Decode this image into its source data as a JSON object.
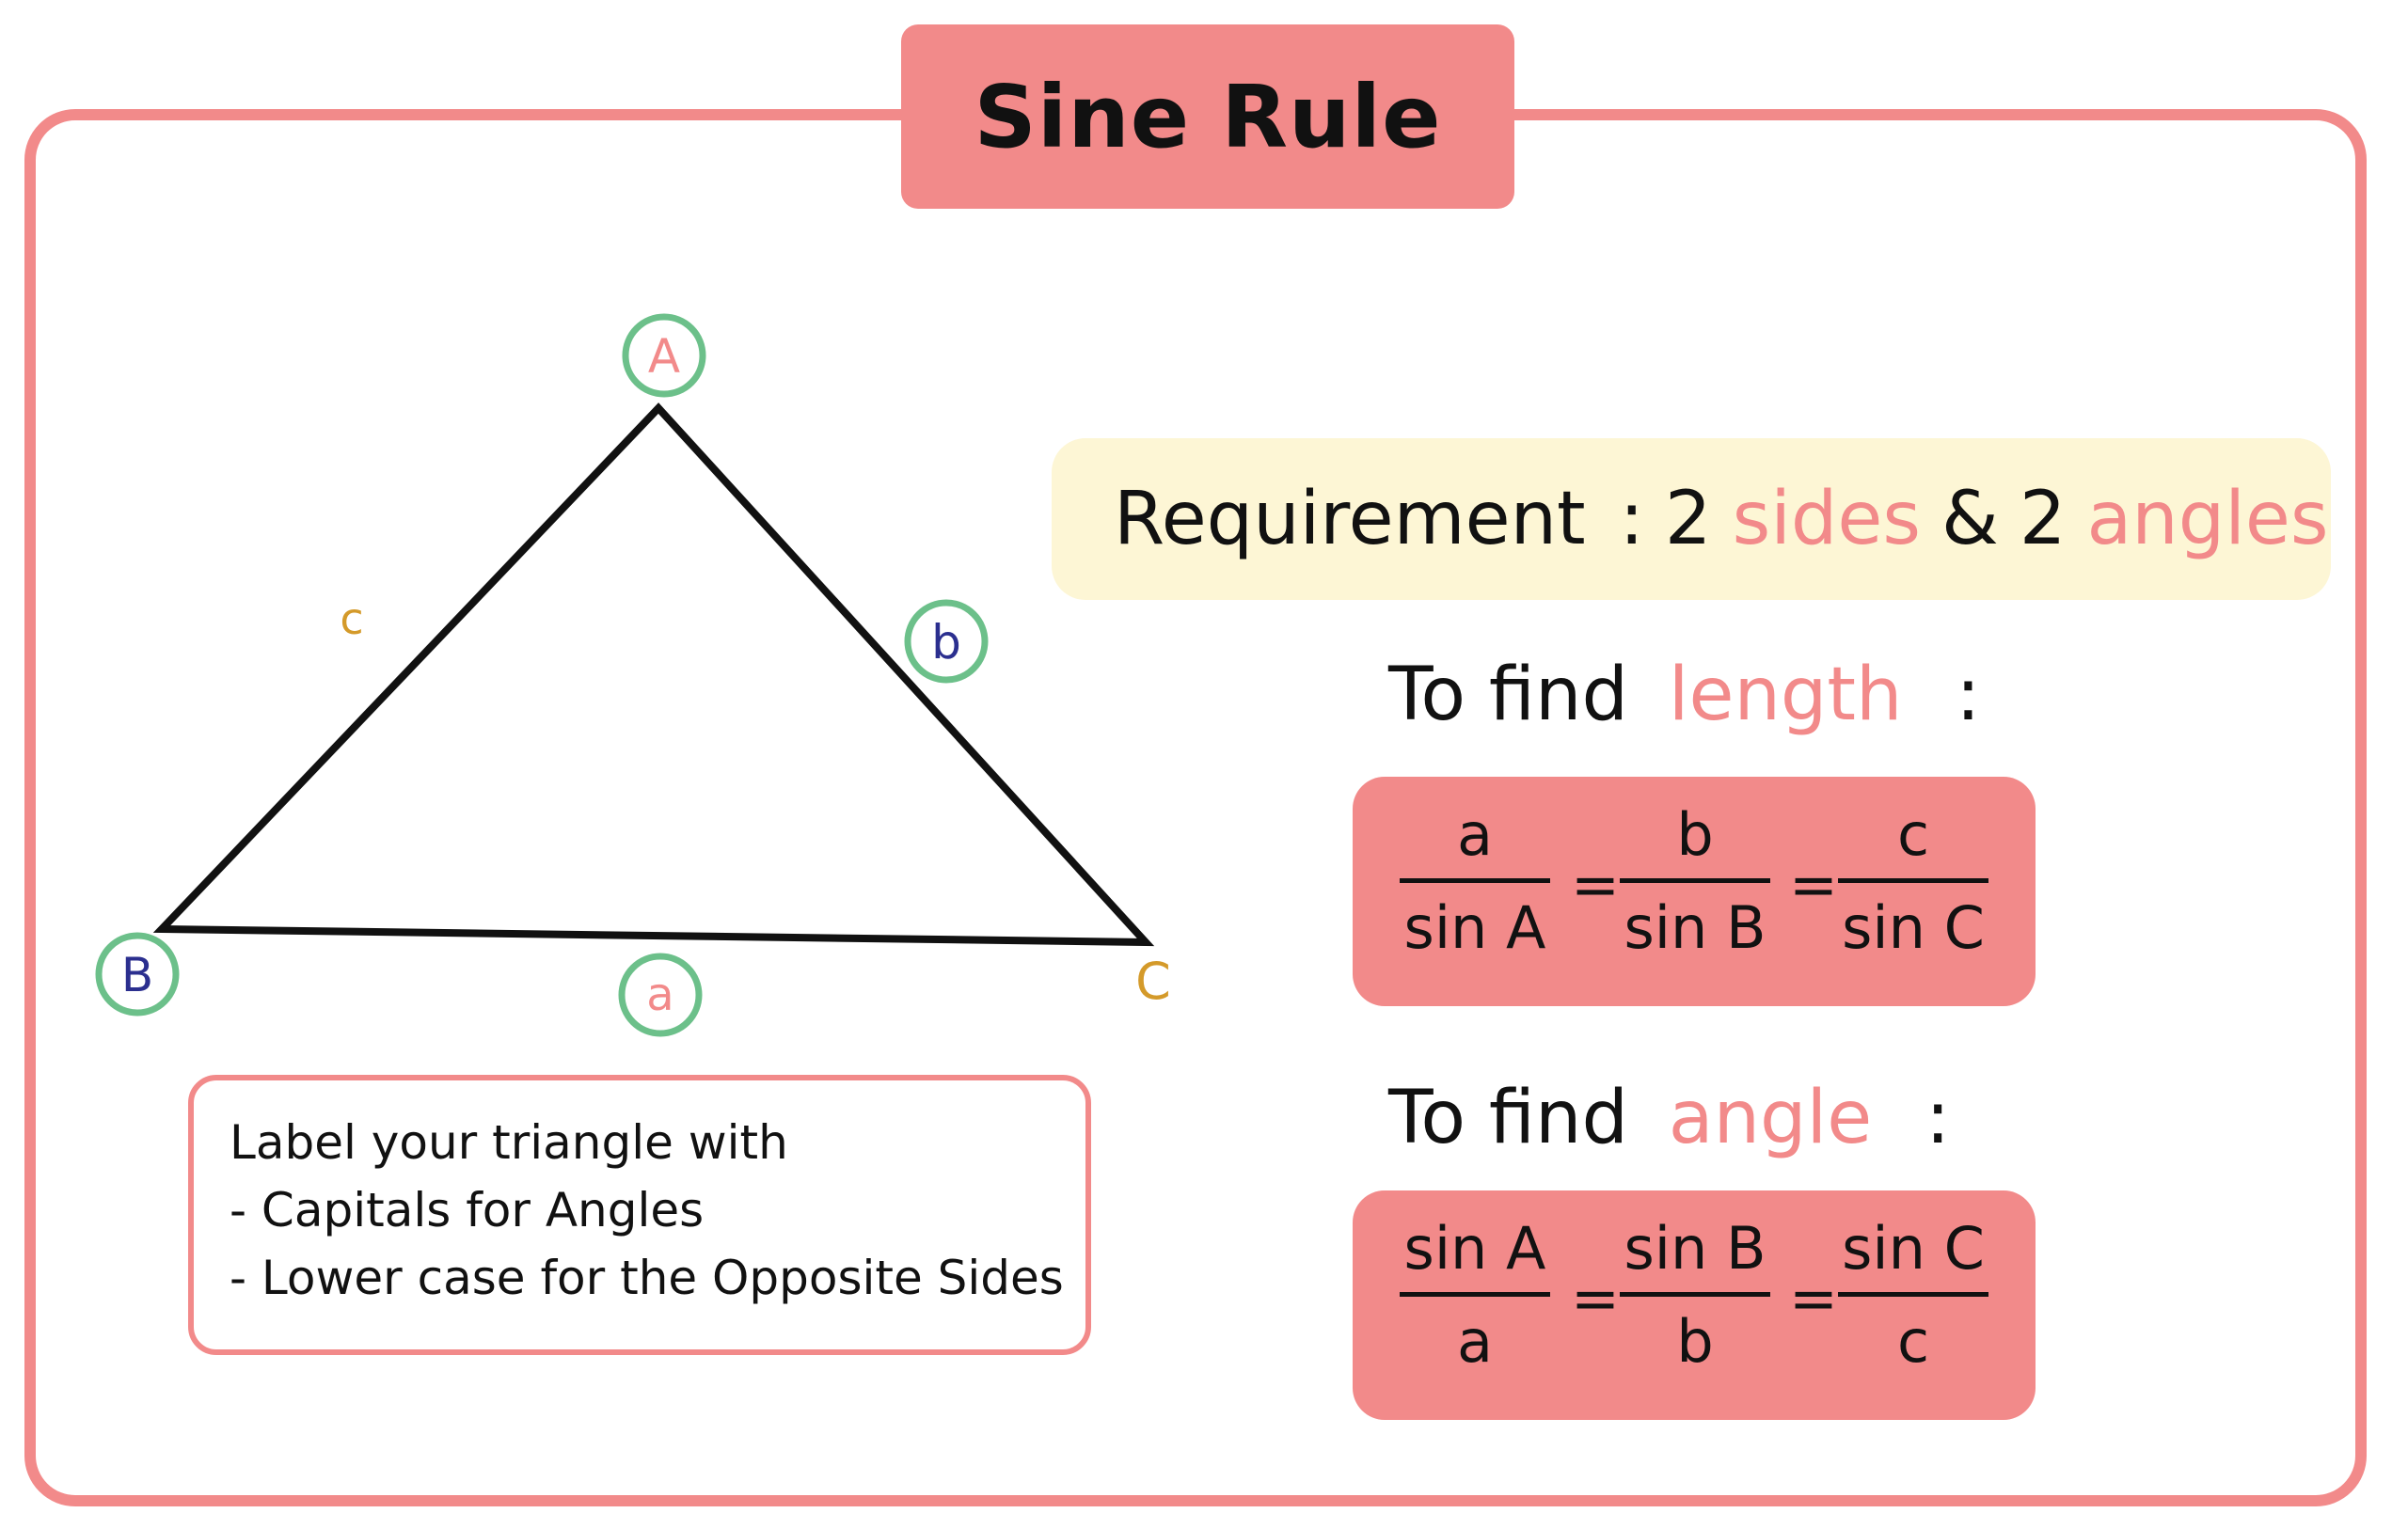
{
  "title": "Sine Rule",
  "triangle": {
    "vertices": {
      "A": "A",
      "B": "B",
      "C": "C"
    },
    "sides": {
      "a": "a",
      "b": "b",
      "c": "c"
    },
    "colors": {
      "vertex_A": "#f28a8a",
      "vertex_B": "#2b2f8f",
      "vertex_C": "#d49a2a",
      "side_a": "#f28a8a",
      "side_b": "#2b2f8f",
      "side_c": "#d49a2a",
      "circle": "#6cc08a"
    }
  },
  "note": {
    "line1": "Label your triangle with",
    "line2": "- Capitals for Angles",
    "line3": "- Lower case for the Opposite Sides"
  },
  "requirement": {
    "label": "Requirement",
    "colon": ":",
    "count1": "2",
    "sides": "sides",
    "amp": "&",
    "count2": "2",
    "angles": "angles"
  },
  "find_length": {
    "prefix": "To find",
    "keyword": "length",
    "colon": ":",
    "fractions": [
      {
        "num": "a",
        "den": "sin A"
      },
      {
        "num": "b",
        "den": "sin B"
      },
      {
        "num": "c",
        "den": "sin C"
      }
    ],
    "equals": "="
  },
  "find_angle": {
    "prefix": "To find",
    "keyword": "angle",
    "colon": ":",
    "fractions": [
      {
        "num": "sin A",
        "den": "a"
      },
      {
        "num": "sin B",
        "den": "b"
      },
      {
        "num": "sin C",
        "den": "c"
      }
    ],
    "equals": "="
  },
  "colors": {
    "accent": "#f28a8a",
    "frame": "#f28a8a",
    "requirement_bg": "#fdf6d5",
    "text": "#111111"
  }
}
